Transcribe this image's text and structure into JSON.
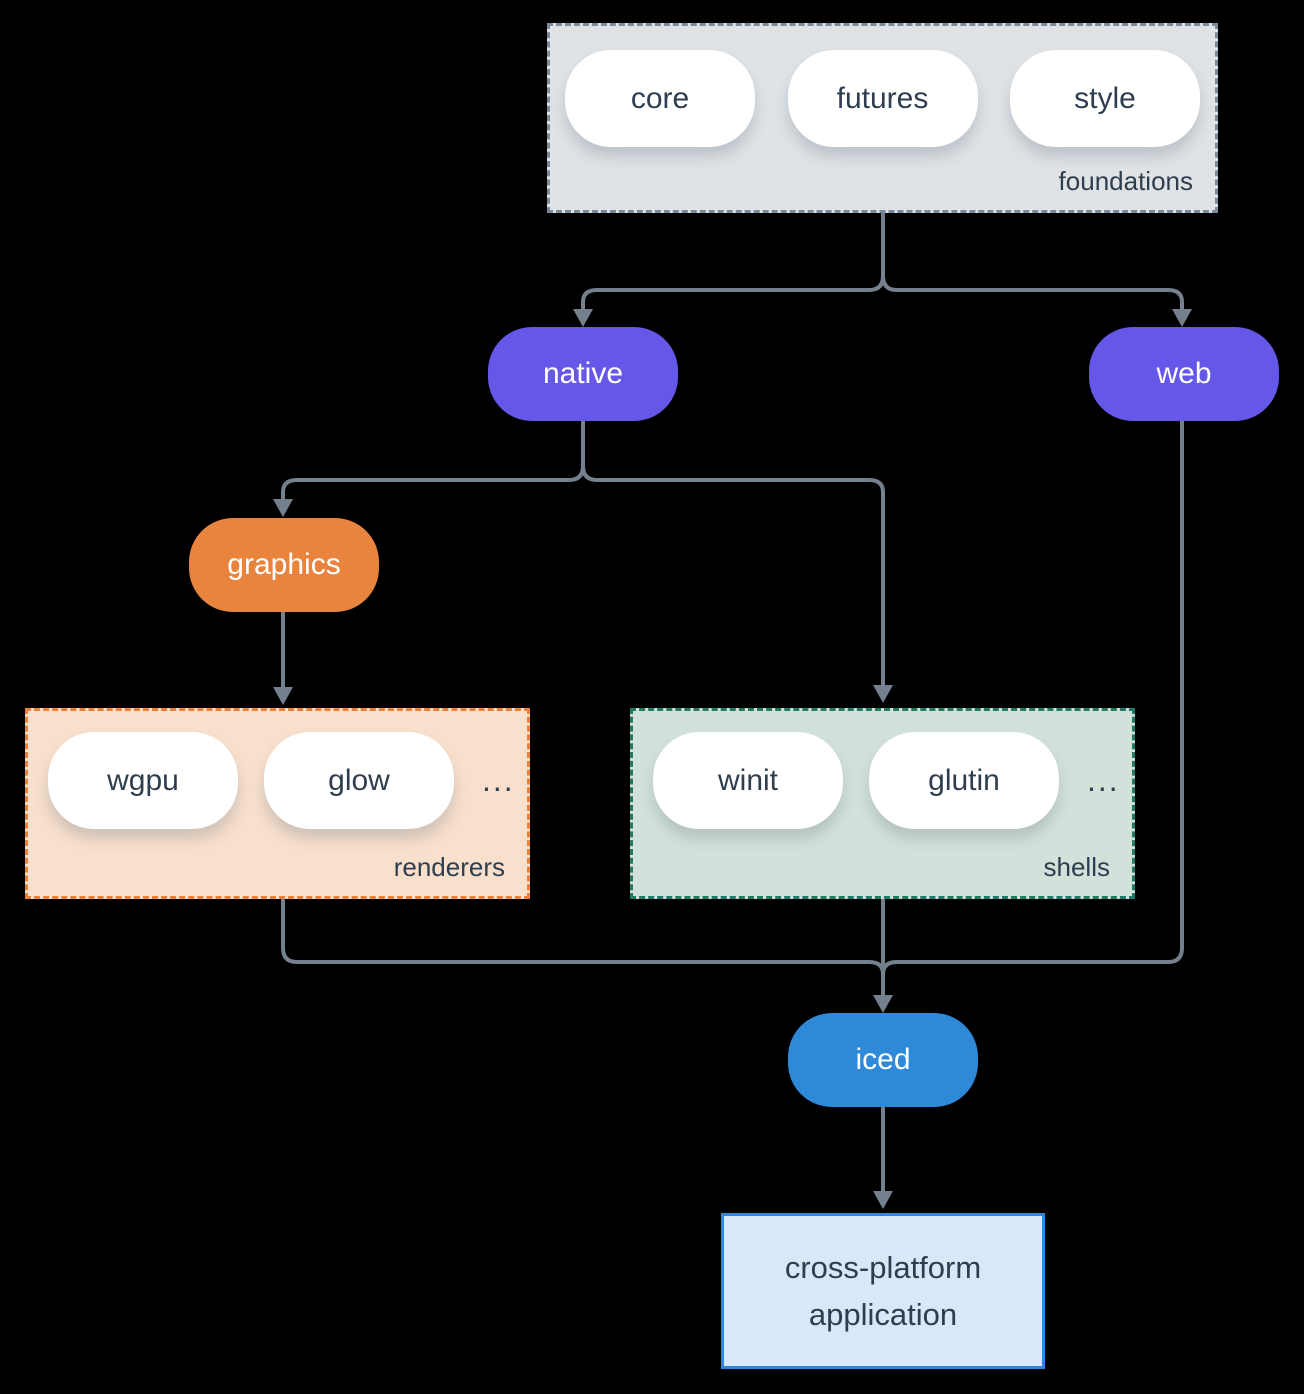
{
  "diagram": {
    "foundations": {
      "label": "foundations",
      "pills": [
        "core",
        "futures",
        "style"
      ]
    },
    "nodes": {
      "native": "native",
      "web": "web",
      "graphics": "graphics",
      "iced": "iced"
    },
    "renderers": {
      "label": "renderers",
      "pills": [
        "wgpu",
        "glow"
      ],
      "ellipsis": "..."
    },
    "shells": {
      "label": "shells",
      "pills": [
        "winit",
        "glutin"
      ],
      "ellipsis": "..."
    },
    "application": {
      "line1": "cross-platform",
      "line2": "application"
    },
    "colors": {
      "background": "#000000",
      "connector": "#74808e",
      "platform_purple": "#6558e8",
      "graphics_orange": "#e8843e",
      "iced_blue": "#2e89d8",
      "foundations_fill": "#dfe3e6",
      "foundations_border": "#7b8b99",
      "renderers_fill": "#f9e0cc",
      "renderers_border": "#e8823a",
      "shells_fill": "#d2e2da",
      "shells_border": "#217a66",
      "application_fill": "#d8e8f8",
      "application_border": "#2e89d8",
      "text_dark": "#2f3e4e",
      "text_light": "#ffffff"
    }
  }
}
